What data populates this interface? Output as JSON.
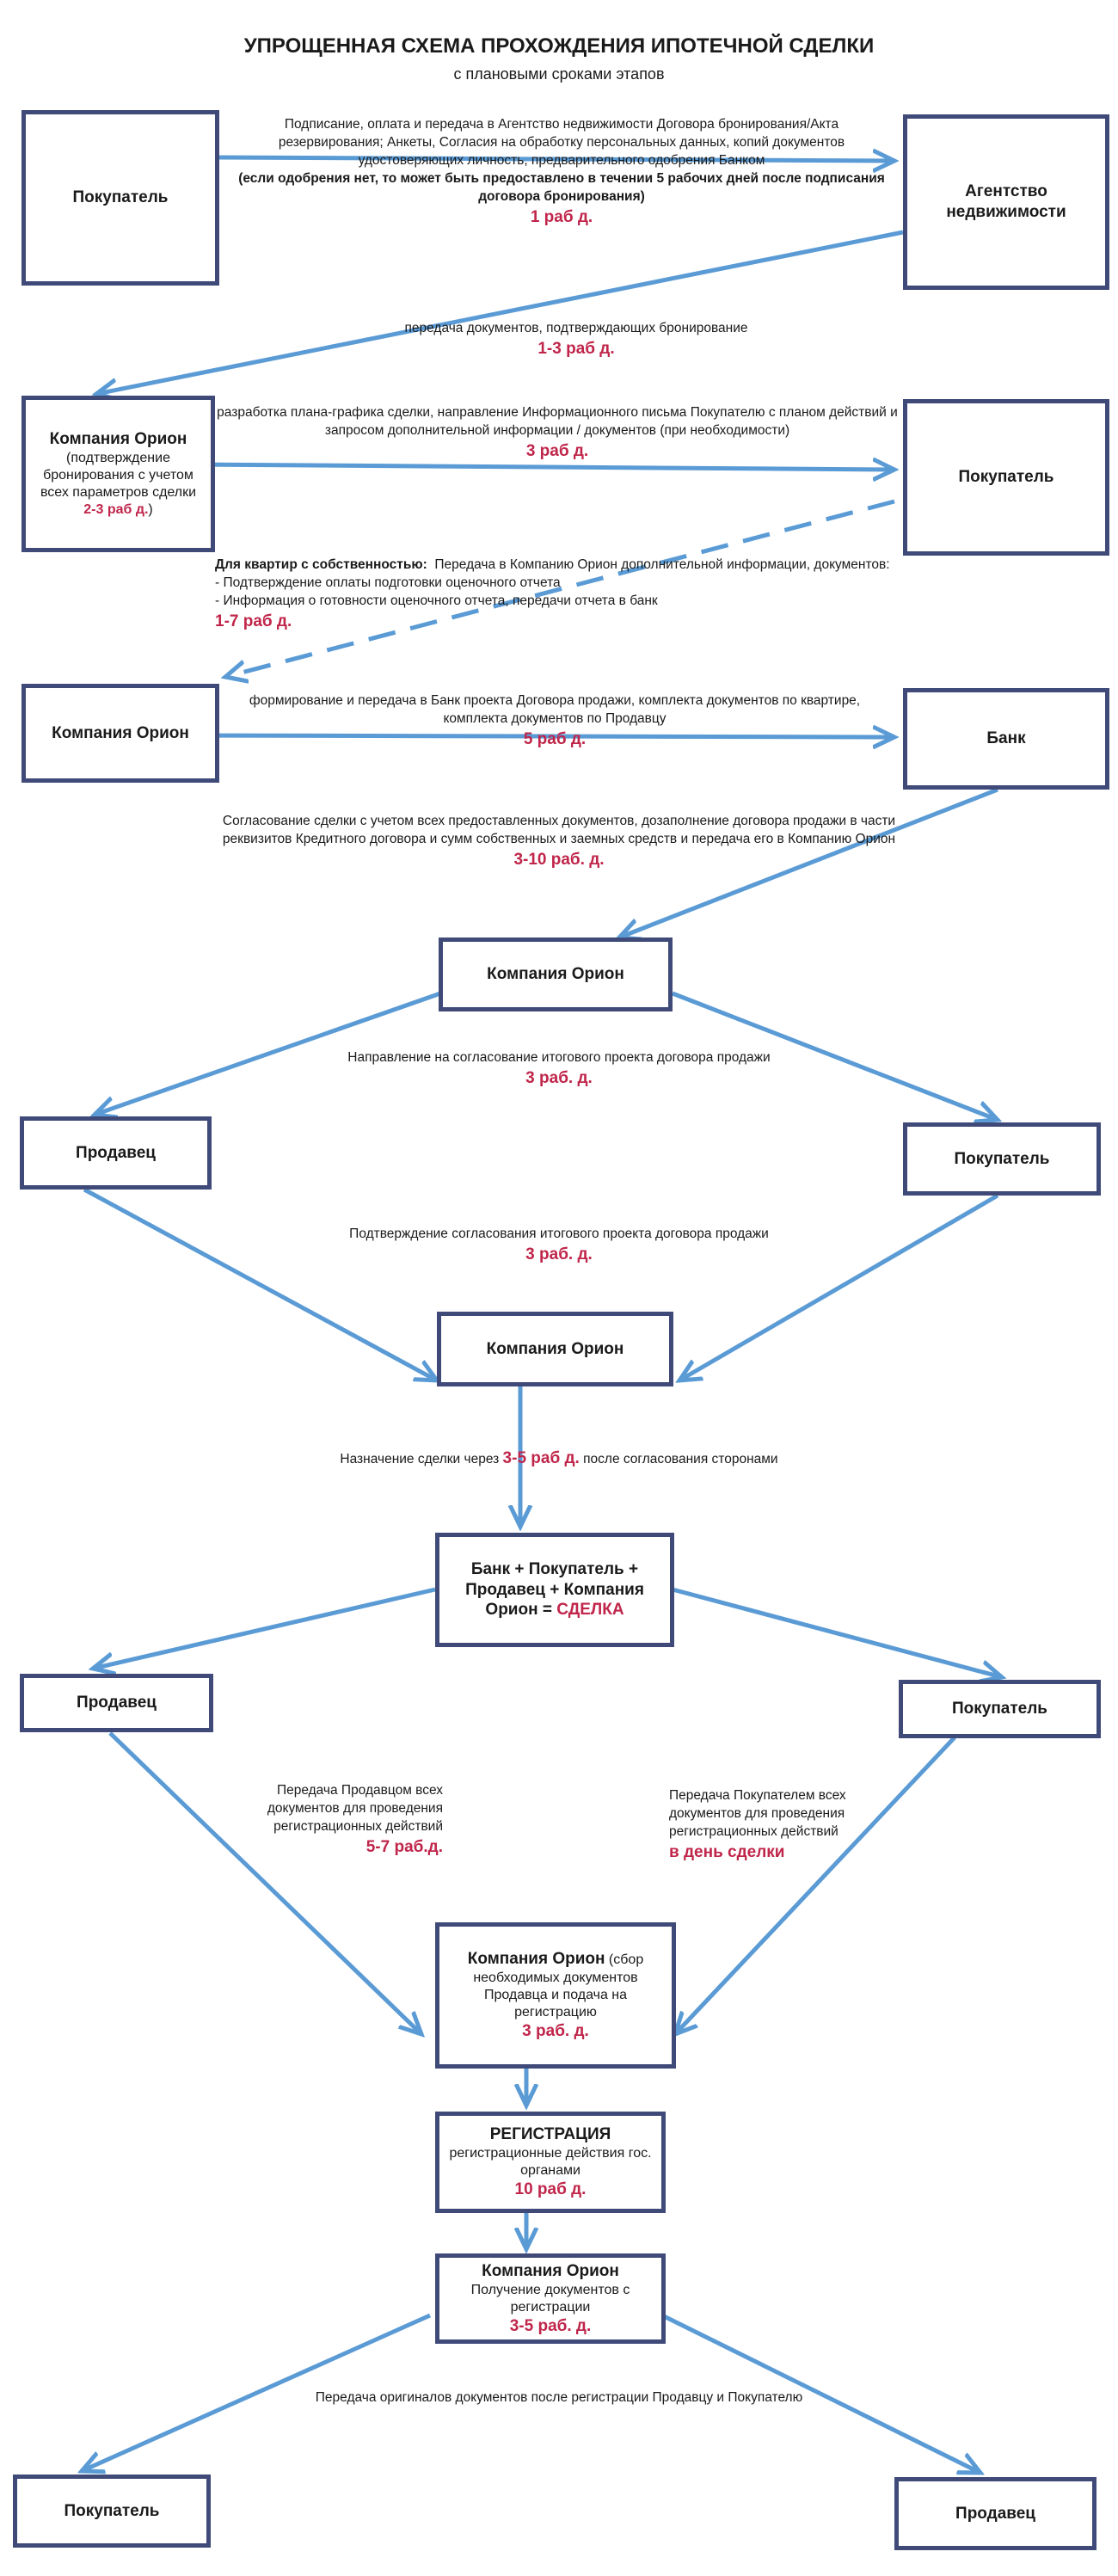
{
  "title": "УПРОЩЕННАЯ СХЕМА ПРОХОЖДЕНИЯ ИПОТЕЧНОЙ СДЕЛКИ",
  "subtitle": "с плановыми сроками этапов",
  "nodes": {
    "buyer1": "Покупатель",
    "agency": "Агентство недвижимости",
    "orion1": {
      "title": "Компания Орион",
      "note": "(подтверждение бронирования с учетом всех параметров сделки",
      "term": "2-3 раб д.",
      "close": ")"
    },
    "buyer2": "Покупатель",
    "orion2": "Компания Орион",
    "bank": "Банк",
    "orion3": "Компания Орион",
    "seller1": "Продавец",
    "buyer3": "Покупатель",
    "orion4": "Компания Орион",
    "deal": {
      "text": "Банк + Покупатель + Продавец + Компания Орион = ",
      "highlight": "СДЕЛКА"
    },
    "seller2": "Продавец",
    "buyer4": "Покупатель",
    "orion5": {
      "title": "Компания Орион",
      "note_inline": " (сбор",
      "note": "необходимых документов Продавца и подача на регистрацию",
      "term": "3 раб. д."
    },
    "registration": {
      "title": "РЕГИСТРАЦИЯ",
      "note": "регистрационные действия гос. органами",
      "term": "10 раб д."
    },
    "orion6": {
      "title": "Компания Орион",
      "note": "Получение документов с регистрации",
      "term": "3-5 раб. д."
    },
    "buyer5": "Покупатель",
    "seller3": "Продавец"
  },
  "edges": {
    "e1": {
      "text": "Подписание, оплата и передача в Агентство  недвижимости Договора бронирования/Акта резервирования; Анкеты, Согласия на обработку персональных данных, копий документов удостоверяющих личность, предварительного одобрения Банком",
      "bold": "(если одобрения нет, то может быть предоставлено в течении 5 рабочих дней после подписания договора бронирования)",
      "term": "1 раб д."
    },
    "e2": {
      "text": "передача документов, подтверждающих бронирование",
      "term": "1-3 раб д."
    },
    "e3": {
      "text": "разработка плана-графика сделки, направление Информационного письма Покупателю с планом действий и запросом дополнительной информации / документов (при необходимости)",
      "term": "3 раб д."
    },
    "e4": {
      "bold": "Для квартир с собственностью:",
      "text": "Передача в Компанию Орион дополнительной информации, документов:",
      "item1": "- Подтверждение оплаты подготовки оценочного отчета",
      "item2": "- Информация о готовности оценочного отчета, передачи отчета в банк",
      "term": "1-7 раб д."
    },
    "e5": {
      "text": "формирование и передача в Банк проекта Договора продажи, комплекта документов по квартире, комплекта документов по Продавцу",
      "term": "5 раб д."
    },
    "e6": {
      "text": "Согласование сделки с учетом всех предоставленных документов, дозаполнение договора продажи в части реквизитов Кредитного договора и сумм собственных и заемных средств и передача его в Компанию Орион",
      "term": "3-10 раб. д."
    },
    "e7": {
      "text": "Направление на согласование итогового проекта договора продажи",
      "term": "3 раб. д."
    },
    "e8": {
      "text": "Подтверждение согласования итогового проекта договора продажи",
      "term": "3 раб. д."
    },
    "e9": {
      "before": "Назначение сделки через ",
      "term": "3-5 раб д.",
      "after": " после согласования сторонами"
    },
    "e10": {
      "text": "Передача Продавцом всех документов для проведения регистрационных действий",
      "term": "5-7 раб.д."
    },
    "e11": {
      "text": "Передача Покупателем всех документов для проведения регистрационных действий",
      "term": "в день сделки"
    },
    "e12": {
      "text": "Передача оригиналов документов после регистрации Продавцу и Покупателю"
    }
  },
  "colors": {
    "arrow": "#5b9bd5",
    "box_border": "#3f4a78",
    "term": "#c0254a"
  }
}
